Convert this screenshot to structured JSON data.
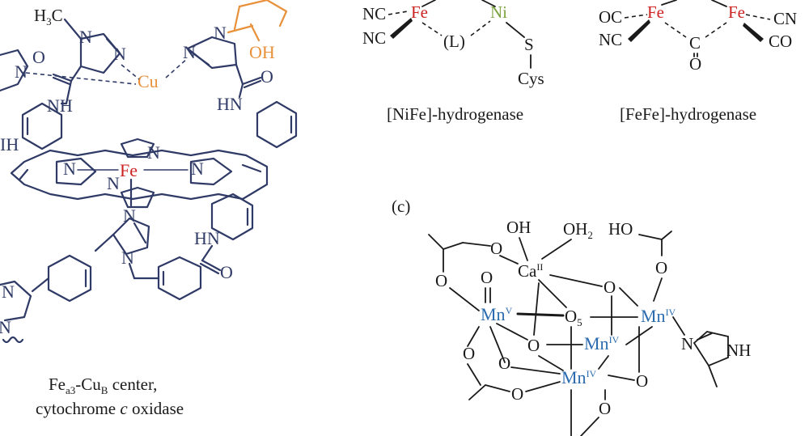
{
  "panel_a": {
    "caption_line1_prefix": "Fe",
    "caption_line1_sub": "a3",
    "caption_line1_mid": "-Cu",
    "caption_line1_sub2": "B",
    "caption_line1_suffix": " center,",
    "caption_line2_prefix": "cytochrome ",
    "caption_line2_italic": "c",
    "caption_line2_suffix": " oxidase",
    "labels": {
      "h3c": "H",
      "h3c_sub": "3",
      "h3c_c": "C",
      "cu": "Cu",
      "fe": "Fe",
      "oh": "OH",
      "o1": "O",
      "o2": "O",
      "o3": "O",
      "nh1": "NH",
      "nh2": "HN",
      "nh3": "HN",
      "nh_left": "IH",
      "n_list": [
        "N",
        "N",
        "N",
        "N",
        "N",
        "N",
        "N",
        "N",
        "N",
        "N",
        "N",
        "N"
      ]
    }
  },
  "panel_b_nife": {
    "caption": "[NiFe]-hydrogenase",
    "labels": {
      "nc1": "NC",
      "nc2": "NC",
      "fe": "Fe",
      "ni": "Ni",
      "l": "(L)",
      "s": "S",
      "cys": "Cys"
    }
  },
  "panel_b_fefe": {
    "caption": "[FeFe]-hydrogenase",
    "labels": {
      "oc": "OC",
      "nc": "NC",
      "fe1": "Fe",
      "fe2": "Fe",
      "cn": "CN",
      "co": "CO",
      "c": "C",
      "o": "O"
    }
  },
  "panel_c": {
    "label": "(c)",
    "labels": {
      "oh": "OH",
      "oh2": "OH",
      "oh2_sub": "2",
      "ho": "HO",
      "ca": "Ca",
      "ca_sup": "II",
      "mn5": "Mn",
      "mn5_sup": "V",
      "mn4a": "Mn",
      "mn4a_sup": "IV",
      "mn4b": "Mn",
      "mn4b_sup": "IV",
      "mn4c": "Mn",
      "mn4c_sup": "IV",
      "o5": "O",
      "o5_sub": "5",
      "nh": "NH",
      "n": "N",
      "o": "O"
    }
  },
  "colors": {
    "fe": "#cc2222",
    "cu": "#e8903a",
    "ni": "#7aa23c",
    "mn": "#2b6cb0",
    "bond": "#2f3a66"
  }
}
